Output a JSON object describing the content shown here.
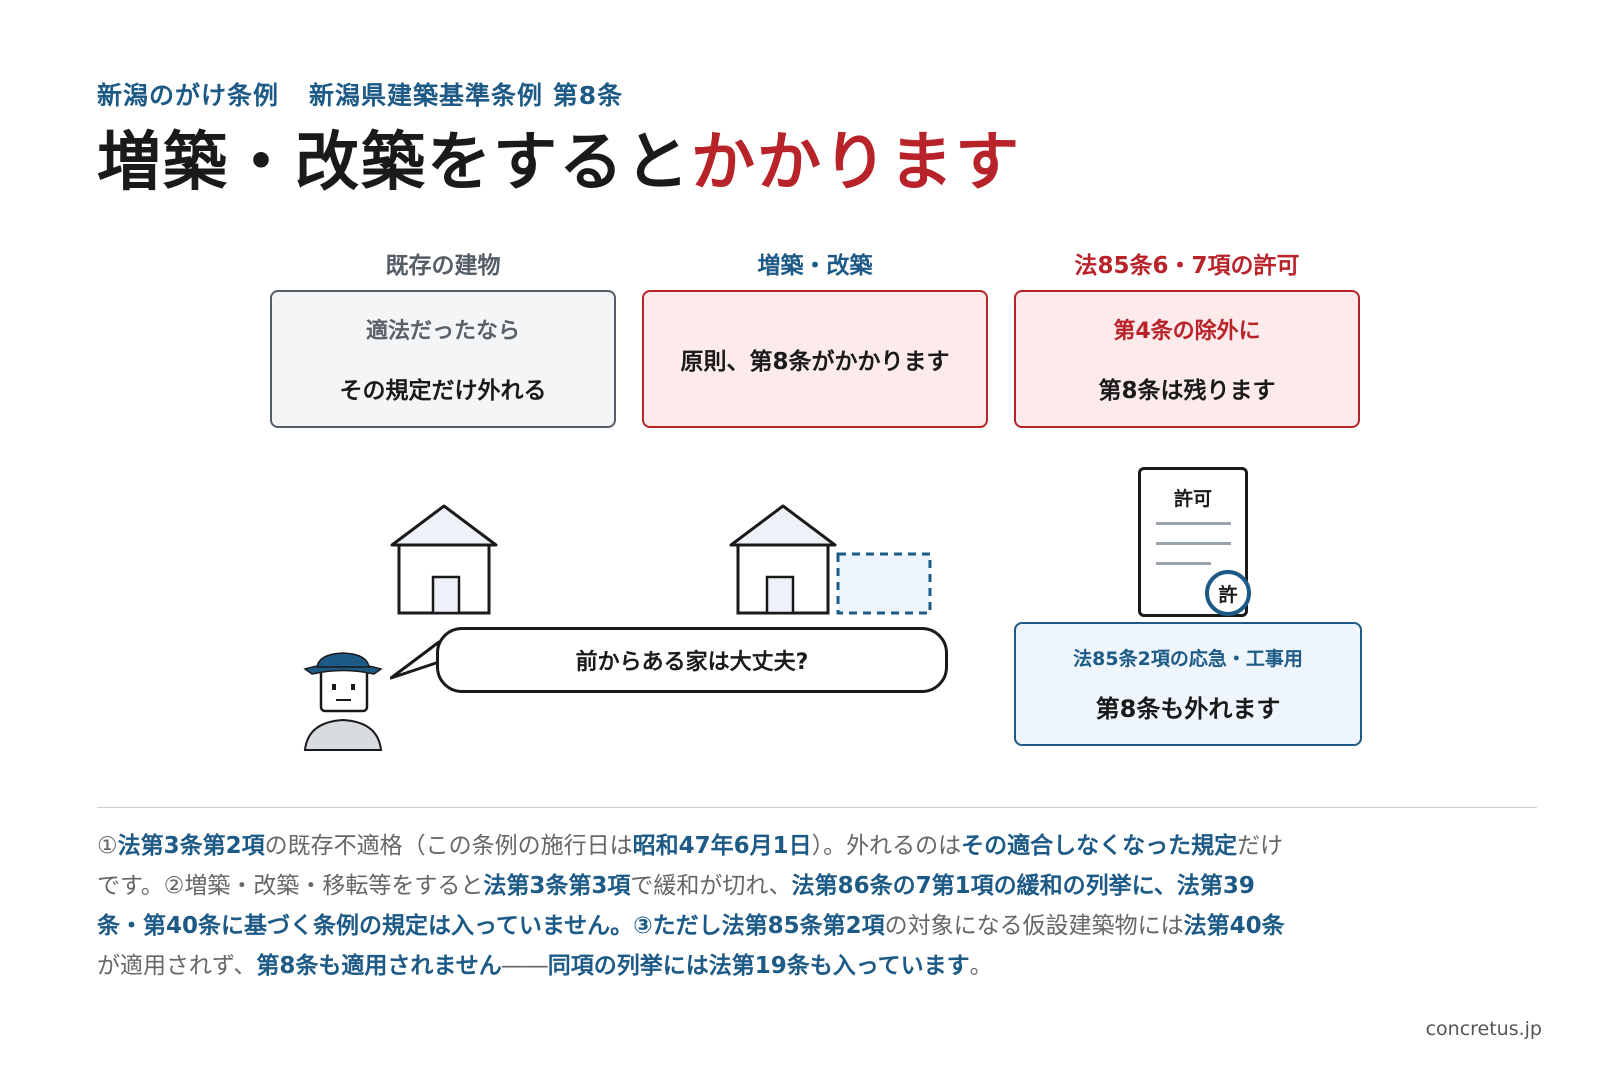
{
  "header": {
    "subtitle_a": "新潟のがけ条例",
    "subtitle_b": "新潟県建築基準条例 第8条",
    "title_main": "増築・改築をすると",
    "title_accent": "かかります"
  },
  "columns": [
    {
      "heading": "既存の建物",
      "line1": "適法だったなら",
      "line2": "その規定だけ外れる"
    },
    {
      "heading": "増築・改築",
      "line1": "",
      "line2": "原則、第8条がかかります"
    },
    {
      "heading": "法85条6・7項の許可",
      "line1": "第4条の除外に",
      "line2": "第8条は残ります"
    }
  ],
  "speech": "前からある家は大丈夫?",
  "permit": {
    "doc_title": "許可",
    "stamp": "許"
  },
  "exception_card": {
    "line1": "法85条2項の応急・工事用",
    "line2": "第8条も外れます"
  },
  "paragraph": [
    {
      "t": "①",
      "b": false
    },
    {
      "t": "法第3条第2項",
      "b": true
    },
    {
      "t": "の既存不適格（この条例の施行日は",
      "b": false
    },
    {
      "t": "昭和47年6月1日",
      "b": true
    },
    {
      "t": "）。外れるのは",
      "b": false
    },
    {
      "t": "その適合しなくなった規定",
      "b": true
    },
    {
      "t": "だけです。②増築・改築・移転等をすると",
      "b": false
    },
    {
      "t": "法第3条第3項",
      "b": true
    },
    {
      "t": "で緩和が切れ、",
      "b": false
    },
    {
      "t": "法第86条の7第1項の緩和の列挙に、法第39条・第40条に基づく条例の規定は入っていません。",
      "b": true
    },
    {
      "t": "③ただし",
      "b": true
    },
    {
      "t": "法第85条第2項",
      "b": true
    },
    {
      "t": "の対象になる仮設建築物には",
      "b": false
    },
    {
      "t": "法第40条",
      "b": true
    },
    {
      "t": "が適用されず、",
      "b": false
    },
    {
      "t": "第8条も適用されません",
      "b": true
    },
    {
      "t": "――",
      "b": false
    },
    {
      "t": "同項の列挙には法第19条も入っています",
      "b": true
    },
    {
      "t": "。",
      "b": false
    }
  ],
  "credit": "concretus.jp",
  "colors": {
    "navy": "#1d5a86",
    "red": "#b8232a",
    "gray": "#555d66"
  }
}
